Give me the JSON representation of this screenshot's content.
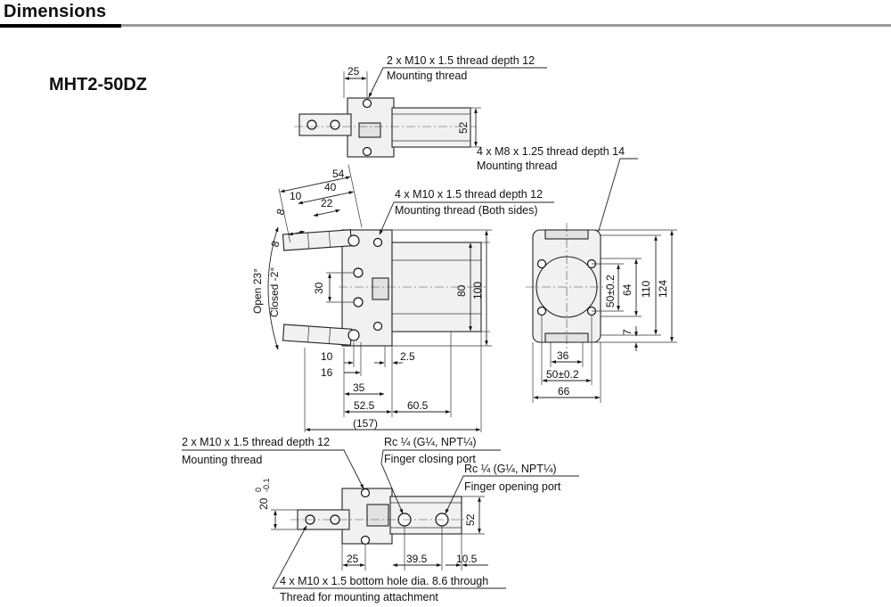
{
  "header": {
    "title": "Dimensions"
  },
  "model": "MHT2-50DZ",
  "top_view": {
    "dims": {
      "d25": "25",
      "d52": "52"
    },
    "callouts": [
      {
        "line1": "2 x M10 x 1.5 thread depth 12",
        "line2": "Mounting thread"
      },
      {
        "line1": "4 x M8 x 1.25 thread depth 14",
        "line2": "Mounting thread"
      }
    ]
  },
  "front_view": {
    "dims": {
      "d54": "54",
      "d40": "40",
      "d10": "10",
      "d22": "22",
      "d8a": "8",
      "d8b": "8",
      "d30": "30",
      "d80": "80",
      "d100": "100",
      "d10b": "10",
      "d16": "16",
      "d2_5": "2.5",
      "d35": "35",
      "d52_5": "52.5",
      "d60_5": "60.5",
      "d157": "(157)",
      "open": "Open 23°",
      "closed": "Closed -2°"
    },
    "callout": {
      "line1": "4 x M10 x 1.5 thread depth 12",
      "line2": "Mounting thread (Both sides)"
    }
  },
  "side_view": {
    "dims": {
      "d50v": "50±0.2",
      "d64": "64",
      "d110": "110",
      "d124": "124",
      "d7": "7",
      "d36": "36",
      "d50h": "50±0.2",
      "d66": "66"
    }
  },
  "bottom_view": {
    "dims": {
      "d20": "20",
      "tol_hi": "0",
      "tol_lo": "-0.1",
      "d52": "52",
      "d25": "25",
      "d39_5": "39.5",
      "d10_5": "10.5"
    },
    "callouts": [
      {
        "line1": "2 x M10 x 1.5 thread depth 12",
        "line2": "Mounting thread"
      },
      {
        "line1": "Rc ¼ (G¼, NPT¼)",
        "line2": "Finger closing port"
      },
      {
        "line1": "Rc ¼ (G¼, NPT¼)",
        "line2": "Finger opening port"
      },
      {
        "line1": "4 x M10 x 1.5 bottom hole dia. 8.6 through",
        "line2": "Thread for mounting attachment"
      }
    ]
  }
}
